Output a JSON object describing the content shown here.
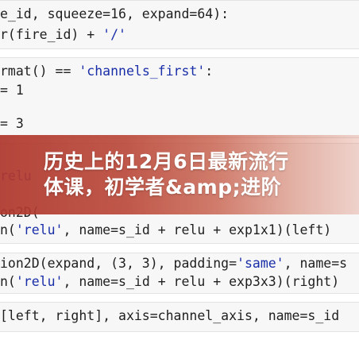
{
  "code": {
    "line1": {
      "a": "e_id, squeeze=16, expand=64):"
    },
    "line2": {
      "a": "r(fire_id) + ",
      "s": "'/'"
    },
    "line3": {
      "a": "rmat() == ",
      "s": "'channels_first'",
      "b": ":"
    },
    "line4": {
      "a": "= 1"
    },
    "line5": {
      "a": "= 3"
    },
    "line6": {
      "s": "'relu'",
      "a": ", name=s_id + relu + exp1x1)(left)",
      "p": "n("
    },
    "line7": {
      "p": "ion2D(expand, (3, 3), padding=",
      "s": "'same'",
      "a": ", name=s"
    },
    "line8": {
      "p": "n(",
      "s": "'relu'",
      "a": ", name=s_id + relu + exp3x3)(right)"
    },
    "line9": {
      "a": "[left, right], axis=channel_axis, name=s_id"
    },
    "hidden_fragments": {
      "f1": "relu",
      "f2": "on2D("
    }
  },
  "banner": {
    "line1": "历史上的12月6日最新流行",
    "line2": "体课，初学者&amp;进阶"
  },
  "colors": {
    "string": "#1a2ea8",
    "text": "#1f1f1f",
    "cell_bg": "#f7f7f7",
    "overlay": "#b4392e"
  }
}
